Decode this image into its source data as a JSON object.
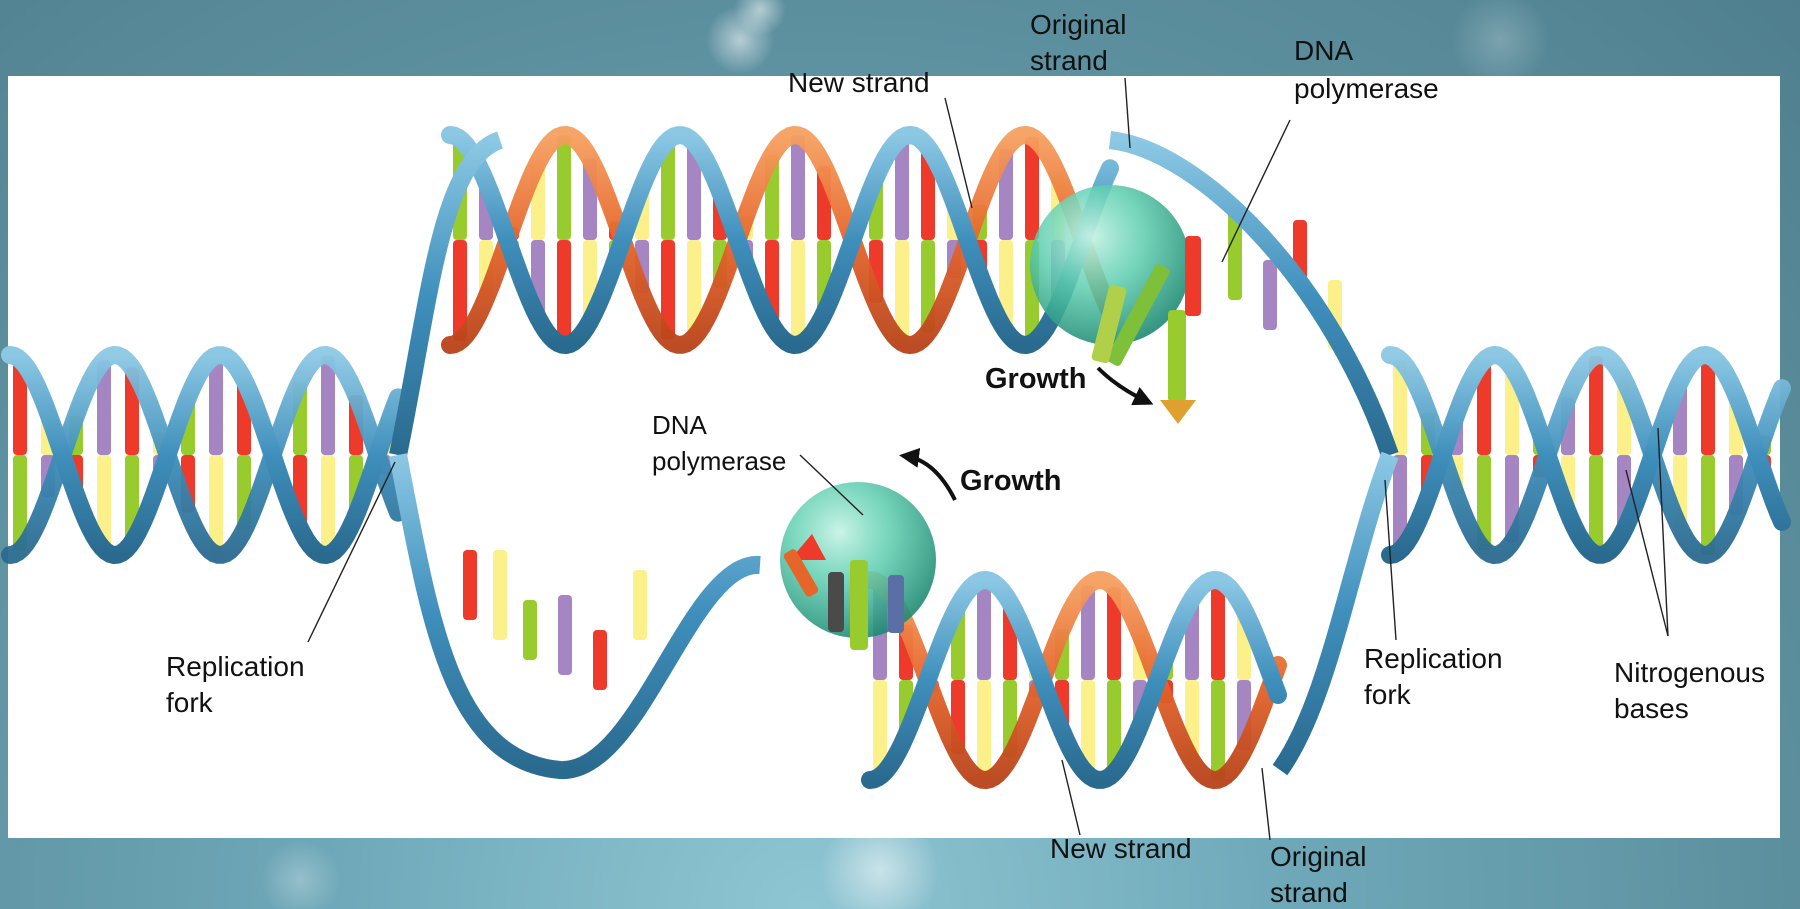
{
  "colors": {
    "backbone": "#4c9cc6",
    "backbone_dark": "#2c6f93",
    "new_strand": "#e5652b",
    "base_red": "#ee3a2a",
    "base_yellow": "#fbf08a",
    "base_green": "#98cc2e",
    "base_purple": "#a585c2",
    "polymerase": "#52c6a8"
  },
  "labels": {
    "original_strand_top": [
      "Original",
      "strand"
    ],
    "new_strand_top": "New strand",
    "dna_polymerase_top": [
      "DNA",
      "polymerase"
    ],
    "growth_top": "Growth",
    "dna_polymerase_bottom": [
      "DNA",
      "polymerase"
    ],
    "growth_bottom": "Growth",
    "replication_fork_left": [
      "Replication",
      "fork"
    ],
    "replication_fork_right": [
      "Replication",
      "fork"
    ],
    "nitrogenous_bases": [
      "Nitrogenous",
      "bases"
    ],
    "new_strand_bottom": "New strand",
    "original_strand_bottom": [
      "Original",
      "strand"
    ]
  }
}
